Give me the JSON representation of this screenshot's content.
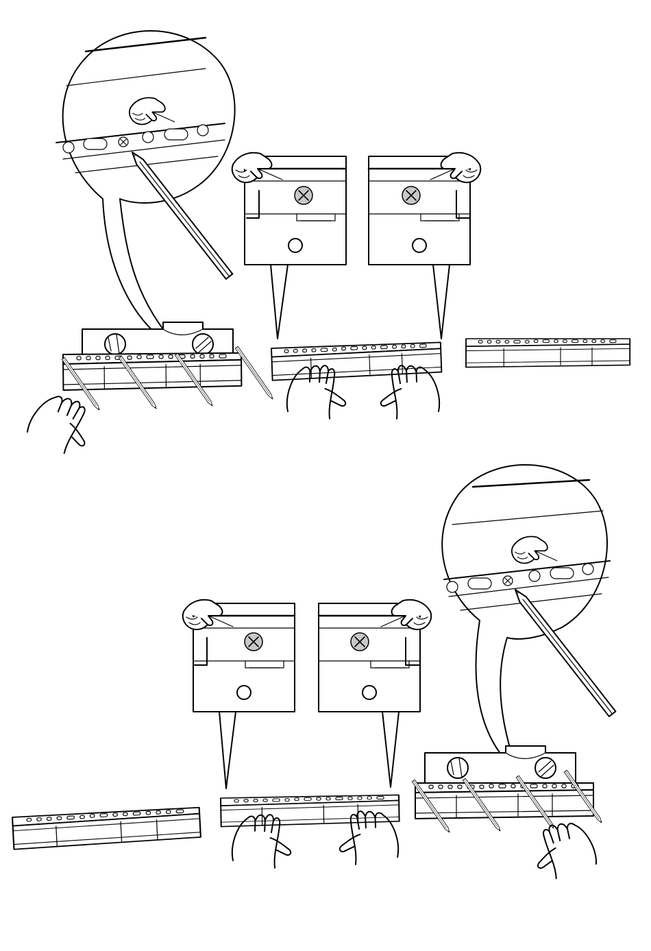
{
  "figure": {
    "panels": [
      {
        "name": "step-left-to-right",
        "level_side": "left"
      },
      {
        "name": "step-right-to-left",
        "level_side": "right"
      }
    ],
    "icons": [
      "pointing-hand-icon",
      "pencil-icon",
      "spirit-level-icon",
      "hand-icon",
      "x-mark-icon"
    ],
    "colors": {
      "line": "#000000",
      "background": "#ffffff",
      "marker_fill": "#c8c8c8"
    }
  }
}
